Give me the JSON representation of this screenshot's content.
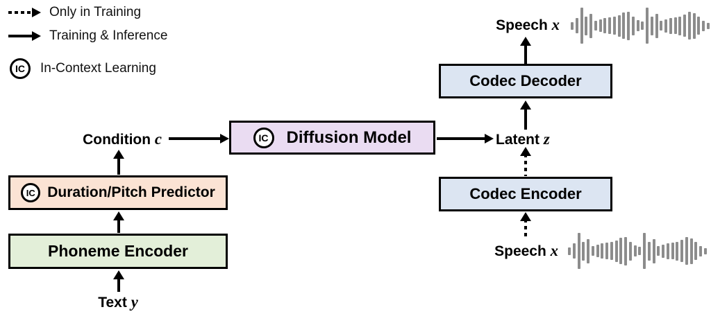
{
  "legend": {
    "items": [
      {
        "icon": "dotted-arrow-icon",
        "label": "Only in Training",
        "style": "dotted"
      },
      {
        "icon": "solid-arrow-icon",
        "label": "Training & Inference",
        "style": "solid"
      },
      {
        "icon": "ic-badge",
        "label": "In-Context Learning",
        "style": "ic"
      }
    ]
  },
  "ic_symbol": "IC",
  "nodes": {
    "phoneme_encoder": {
      "label": "Phoneme Encoder",
      "has_ic": false,
      "color": "#E3EFD9"
    },
    "duration_pitch_predictor": {
      "label": "Duration/Pitch Predictor",
      "has_ic": true,
      "color": "#FBE3D4"
    },
    "diffusion_model": {
      "label": "Diffusion Model",
      "has_ic": true,
      "color": "#EADCF2"
    },
    "codec_decoder": {
      "label": "Codec Decoder",
      "has_ic": false,
      "color": "#DCE5F2"
    },
    "codec_encoder": {
      "label": "Codec Encoder",
      "has_ic": false,
      "color": "#DCE5F2"
    }
  },
  "io_labels": {
    "text_y": {
      "text": "Text",
      "var": "y"
    },
    "condition_c": {
      "text": "Condition",
      "var": "c"
    },
    "latent_z": {
      "text": "Latent",
      "var": "z"
    },
    "speech_x_top": {
      "text": "Speech",
      "var": "x"
    },
    "speech_x_bottom": {
      "text": "Speech",
      "var": "x"
    }
  },
  "edges": [
    {
      "from": "text_y",
      "to": "phoneme_encoder",
      "style": "solid"
    },
    {
      "from": "phoneme_encoder",
      "to": "duration_pitch_predictor",
      "style": "solid"
    },
    {
      "from": "duration_pitch_predictor",
      "to": "condition_c",
      "style": "solid"
    },
    {
      "from": "condition_c",
      "to": "diffusion_model",
      "style": "solid"
    },
    {
      "from": "diffusion_model",
      "to": "latent_z",
      "style": "solid"
    },
    {
      "from": "latent_z",
      "to": "codec_decoder",
      "style": "solid"
    },
    {
      "from": "codec_decoder",
      "to": "speech_x_top",
      "style": "solid"
    },
    {
      "from": "codec_encoder",
      "to": "latent_z",
      "style": "dotted"
    },
    {
      "from": "speech_x_bottom",
      "to": "codec_encoder",
      "style": "dotted"
    }
  ],
  "colors": {
    "peach": "#FBE3D4",
    "green": "#E3EFD9",
    "lavender": "#EADCF2",
    "blue": "#DCE5F2",
    "waveform_gray": "#8C8C8C"
  },
  "waveform": {
    "color": "#8C8C8C",
    "heights": [
      0.22,
      0.42,
      1.0,
      0.52,
      0.68,
      0.26,
      0.34,
      0.42,
      0.46,
      0.5,
      0.6,
      0.74,
      0.78,
      0.52,
      0.3,
      0.24,
      1.0,
      0.52,
      0.68,
      0.26,
      0.36,
      0.44,
      0.46,
      0.52,
      0.62,
      0.76,
      0.72,
      0.5,
      0.28,
      0.18
    ]
  }
}
